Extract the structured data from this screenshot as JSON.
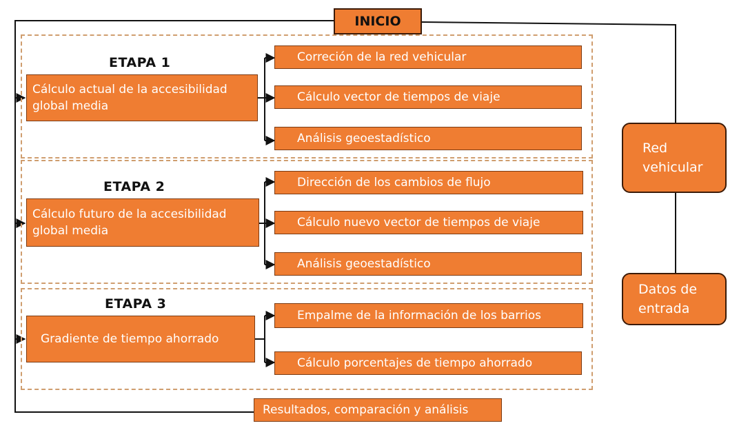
{
  "diagram": {
    "start": "INICIO",
    "stages": [
      {
        "title": "ETAPA 1",
        "main": "Cálculo actual de la accesibilidad global media",
        "steps": [
          "Correción de la red vehicular",
          "Cálculo vector de tiempos de viaje",
          "Análisis geoestadístico"
        ]
      },
      {
        "title": "ETAPA 2",
        "main": "Cálculo futuro de la accesibilidad global media",
        "steps": [
          "Dirección de los cambios de flujo",
          "Cálculo nuevo vector de tiempos de viaje",
          "Análisis geoestadístico"
        ]
      },
      {
        "title": "ETAPA 3",
        "main": "Gradiente de tiempo ahorrado",
        "steps": [
          "Empalme de la información de los barrios",
          "Cálculo porcentajes de tiempo ahorrado"
        ]
      }
    ],
    "results": "Resultados, comparación y análisis",
    "inputs": [
      "Red vehicular",
      "Datos de entrada"
    ],
    "colors": {
      "box_fill": "#ef7d32",
      "box_border": "#7a3a12",
      "line": "#111111",
      "dashed_frame": "#cf9d6e"
    }
  }
}
